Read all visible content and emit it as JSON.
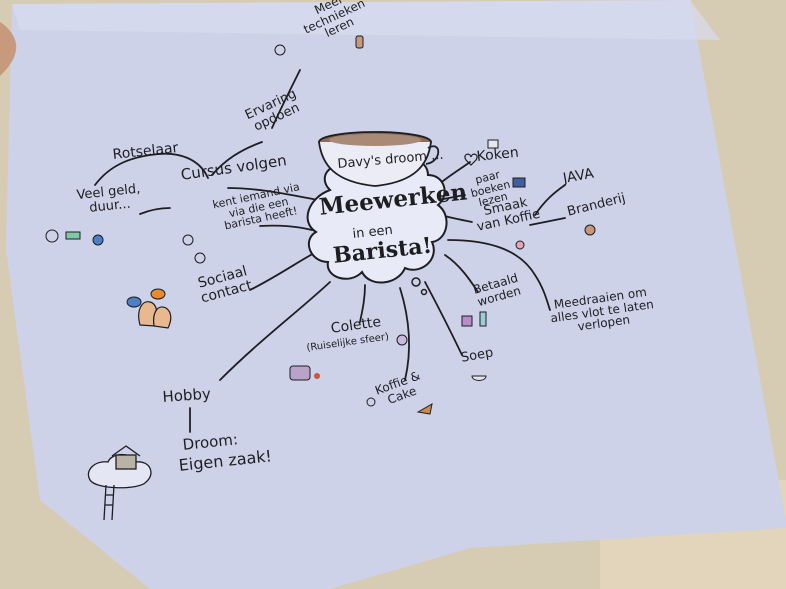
{
  "center": {
    "line1": "Meewerken",
    "line2": "in een",
    "line3": "Barista!"
  },
  "cup_label": "Davy's droom ...",
  "branches": {
    "cursus_volgen": "Cursus volgen",
    "rotselaar": "Rotselaar",
    "veel_geld": "Veel geld, duur...",
    "ervaring": "Ervaring opdoen",
    "meer_technieken": "Meer technieken leren",
    "kent_iemand": "kent iemand via via die een barista heeft!",
    "sociaal_contact": "Sociaal contact",
    "hobby": "Hobby",
    "droom": "Droom:",
    "eigen_zaak": "Eigen zaak!",
    "colette": "Colette",
    "rustige_sfeer": "(Ruiselijke sfeer)",
    "koffie_cake": "Koffie & Cake",
    "soep": "Soep",
    "betaald_worden": "Betaald worden",
    "meedraaien": "Meedraaien om alles vlot te laten verlopen",
    "koken": "Koken",
    "boeken_lezen": "paar boeken lezen",
    "smaak_koffie": "Smaak van Koffie",
    "java": "JAVA",
    "branderij": "Branderij"
  },
  "colors": {
    "paper": "#cdd2e8",
    "ink": "#1e1e22",
    "table": "#d8cdb6",
    "cloud_fill": "#e8ebf7"
  },
  "icons": [
    "coffee-cup-icon",
    "cloud-bubble-icon",
    "treehouse-icon",
    "faces-icon",
    "pillow-icon",
    "cake-icon",
    "bowl-icon",
    "book-icon",
    "heart-icon",
    "smiley-icon"
  ]
}
